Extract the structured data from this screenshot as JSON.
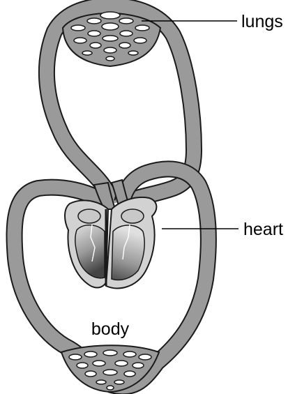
{
  "diagram": {
    "labels": {
      "lungs": "lungs",
      "heart": "heart",
      "body": "body"
    },
    "colors": {
      "vessel_fill": "#9a9a9a",
      "vessel_stroke": "#1a1a1a",
      "heart_light": "#d2d2d2",
      "heart_dark": "#555555",
      "capillary_fill": "#ffffff",
      "background": "#ffffff"
    }
  }
}
